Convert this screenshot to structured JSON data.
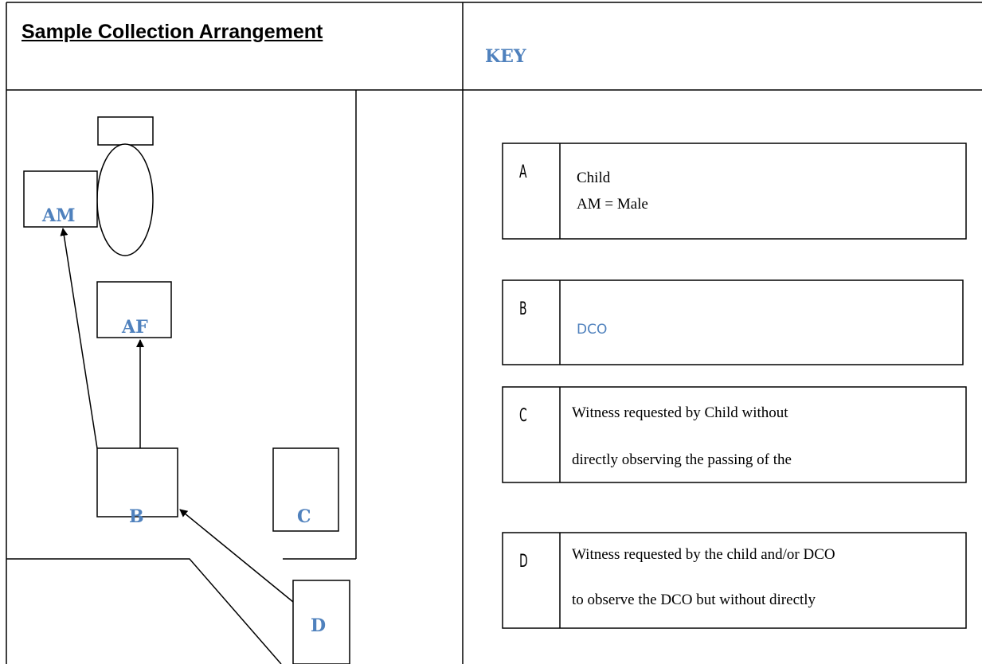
{
  "left_panel": {
    "title": "Sample Collection Arrangement",
    "boxes": {
      "am": "AM",
      "af": "AF",
      "b": "B",
      "c": "C",
      "d": "D"
    }
  },
  "key_panel": {
    "heading": "KEY",
    "entries": [
      {
        "letter": "A",
        "lines": [
          "Child",
          "AM = Male"
        ]
      },
      {
        "letter": "B",
        "lines": [
          "DCO"
        ]
      },
      {
        "letter": "C",
        "lines": [
          "Witness requested by Child without",
          "directly observing the passing of the"
        ]
      },
      {
        "letter": "D",
        "lines": [
          "Witness requested by the child and/or DCO",
          "to observe the DCO but without directly"
        ]
      }
    ]
  },
  "colors": {
    "accent_blue": "#4f81bd",
    "line": "#000000"
  }
}
